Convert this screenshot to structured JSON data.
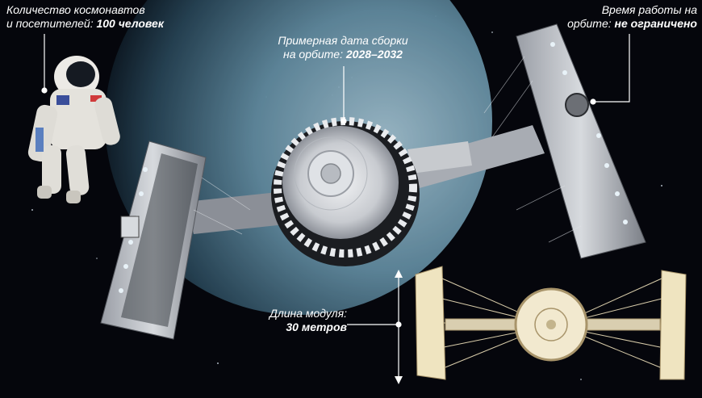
{
  "labels": {
    "crew_prefix": "Количество космонавтов",
    "crew_line2": "и посетителей:",
    "crew_value": "100 человек",
    "date_line1": "Примерная дата сборки",
    "date_prefix": "на орбите:",
    "date_value": "2028–2032",
    "time_line1": "Время работы на",
    "time_prefix": "орбите:",
    "time_value": "не ограничено",
    "length_line1": "Длина модуля:",
    "length_value": "30 метров"
  },
  "colors": {
    "background": "#05070c",
    "planet": "#5a8fa8",
    "hull": "#c9ccd2",
    "hull_dark": "#7d8189",
    "blueprint": "#e8dcb8",
    "text": "#ffffff"
  }
}
